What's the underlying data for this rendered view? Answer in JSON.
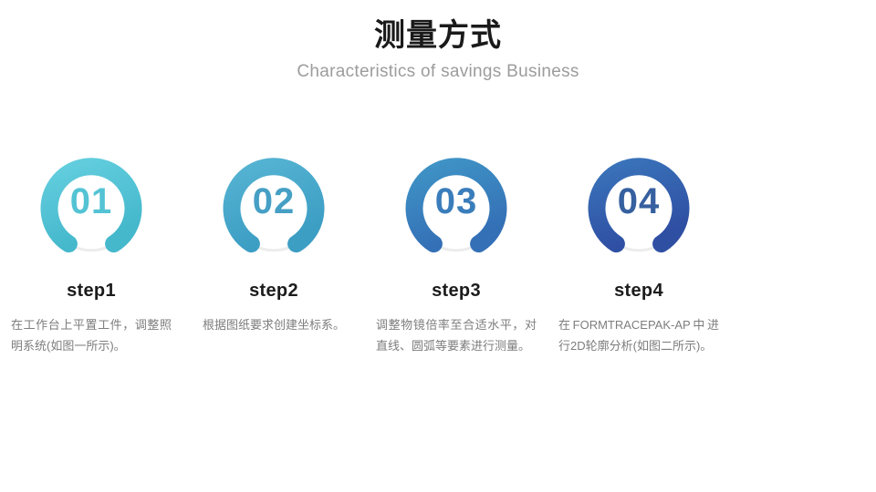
{
  "header": {
    "title": "测量方式",
    "subtitle": "Characteristics of savings Business"
  },
  "steps": [
    {
      "number": "01",
      "label": "step1",
      "desc": "在工作台上平置工件，调整照明系统(如图一所示)。",
      "color_from": "#63cede",
      "color_to": "#45b8cc",
      "number_color": "#54c3d4",
      "align": "justify"
    },
    {
      "number": "02",
      "label": "step2",
      "desc": "根据图纸要求创建坐标系。",
      "color_from": "#55b3d2",
      "color_to": "#3d9ec4",
      "number_color": "#469fc4",
      "align": "center"
    },
    {
      "number": "03",
      "label": "step3",
      "desc": "调整物镜倍率至合适水平，对直线、圆弧等要素进行测量。",
      "color_from": "#3f94c6",
      "color_to": "#3470b6",
      "number_color": "#3a7dbb",
      "align": "justify"
    },
    {
      "number": "04",
      "label": "step4",
      "desc": "在FORMTRACEPAK-AP中进行2D轮廓分析(如图二所示)。",
      "color_from": "#3a74ba",
      "color_to": "#2f4fa3",
      "number_color": "#36609f",
      "align": "justify"
    }
  ],
  "style": {
    "track_color": "#ececec",
    "background": "#ffffff",
    "title_color": "#1a1a1a",
    "subtitle_color": "#9c9c9c",
    "label_color": "#1c1c1c",
    "desc_color": "#7d7d7d"
  }
}
